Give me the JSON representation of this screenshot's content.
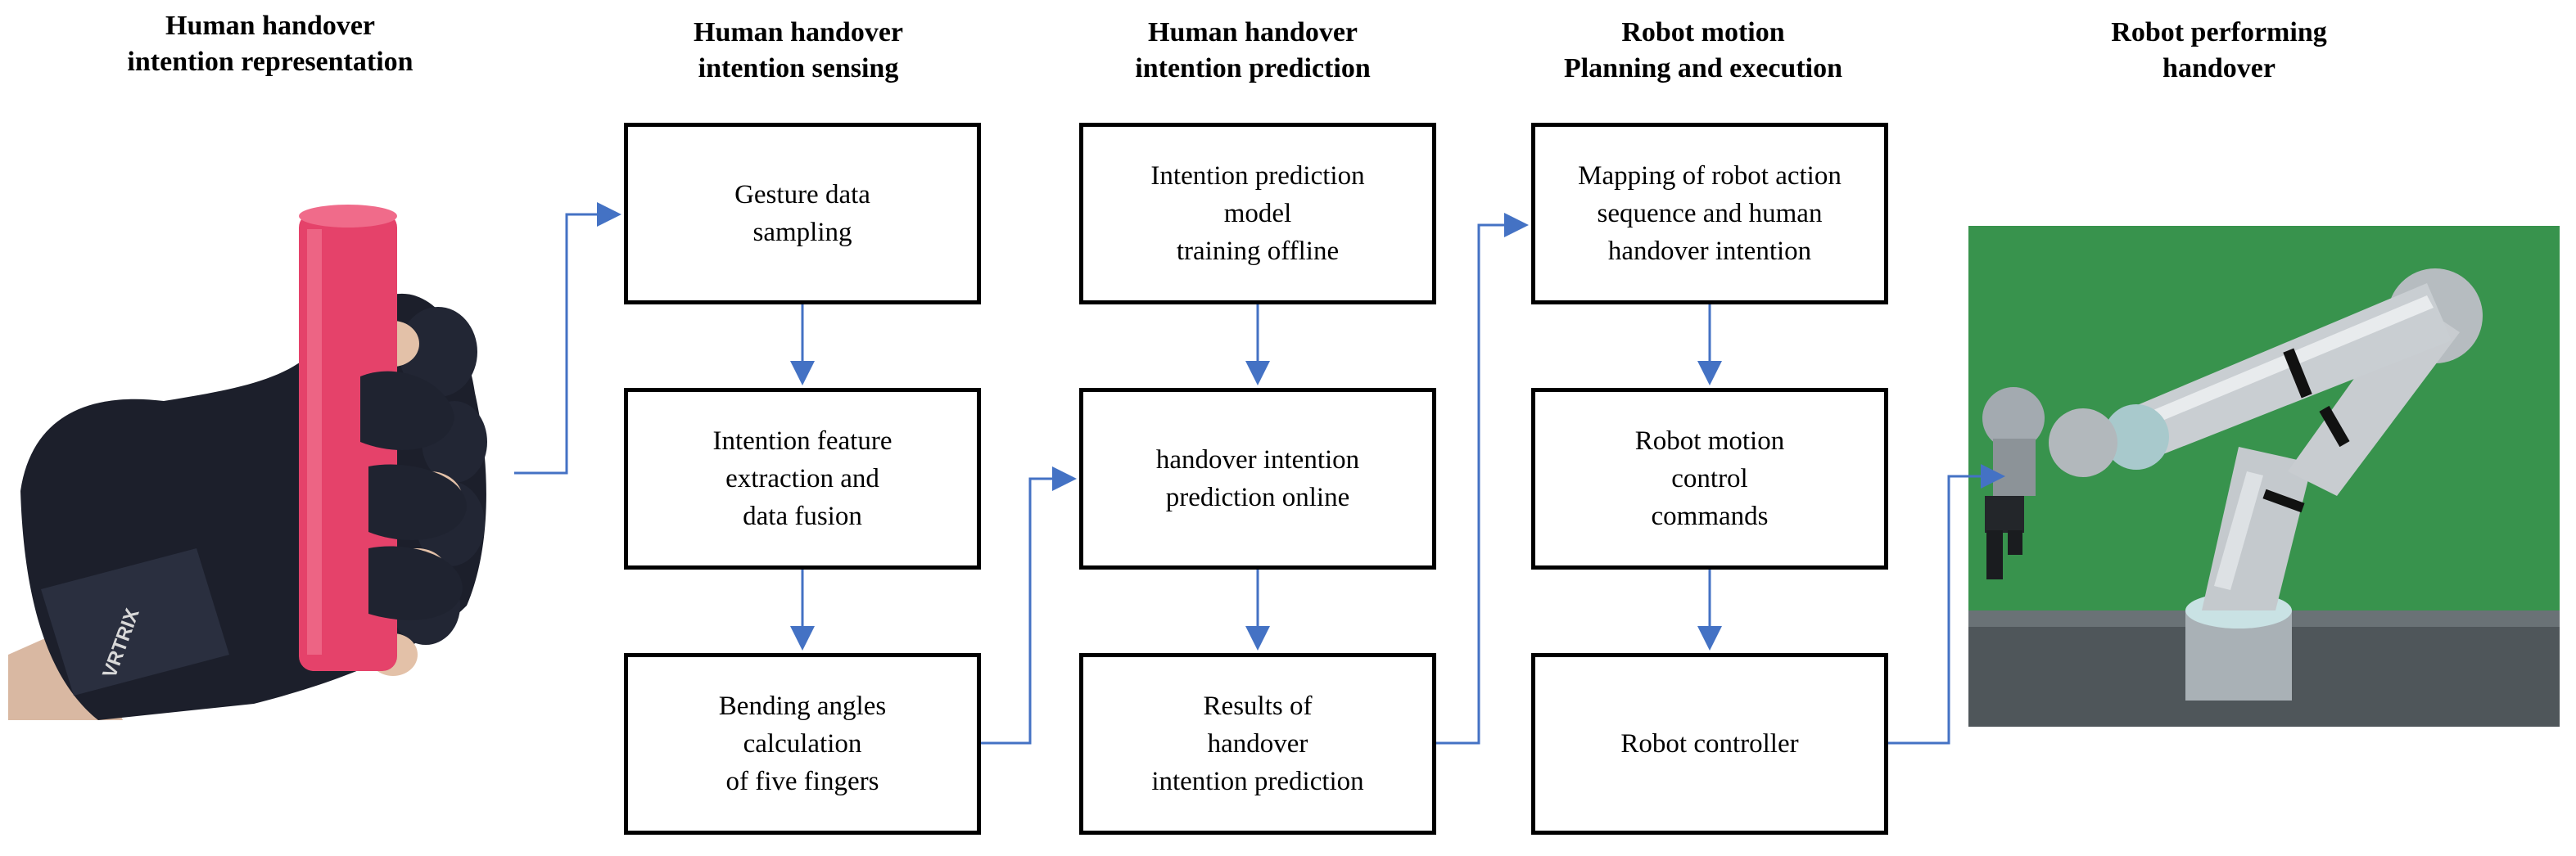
{
  "headings": {
    "col1": "Human handover\nintention representation",
    "col2": "Human handover\nintention sensing",
    "col3": "Human handover\nintention prediction",
    "col4": "Robot motion\nPlanning and execution",
    "col5": "Robot performing\nhandover"
  },
  "boxes": {
    "gesture": "Gesture data\nsampling",
    "feature": "Intention feature\nextraction and\ndata fusion",
    "bending": "Bending angles\ncalculation\nof five fingers",
    "training": "Intention prediction\nmodel\ntraining offline",
    "online": "handover intention\nprediction online",
    "results": "Results of\nhandover\nintention prediction",
    "mapping": "Mapping of  robot action\nsequence and human\nhandover intention",
    "commands": "Robot motion\ncontrol\ncommands",
    "controller": "Robot controller"
  },
  "glove_text": "VRTRIX",
  "colors": {
    "arrow": "#4472c4",
    "border": "#000000",
    "background": "#ffffff"
  }
}
